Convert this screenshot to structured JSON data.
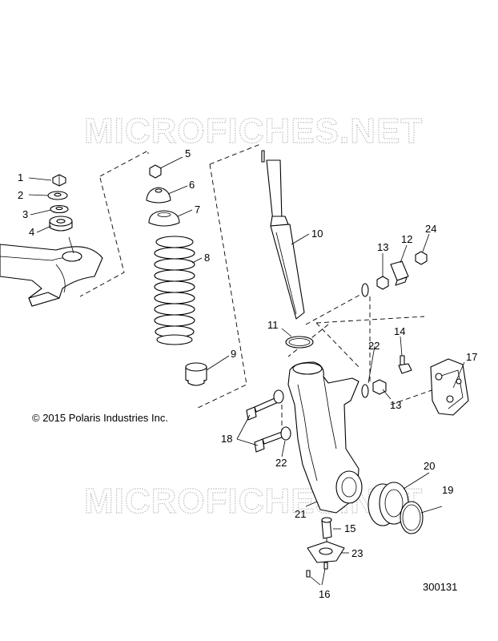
{
  "watermarks": [
    "MICROFICHES.NET",
    "MICROFICHES.NET"
  ],
  "copyright": "© 2015 Polaris Industries Inc.",
  "diagram_number": "300131",
  "callouts": {
    "c1": "1",
    "c2": "2",
    "c3": "3",
    "c4": "4",
    "c5": "5",
    "c6": "6",
    "c7": "7",
    "c8": "8",
    "c9": "9",
    "c10": "10",
    "c11": "11",
    "c12": "12",
    "c13a": "13",
    "c13b": "13",
    "c14": "14",
    "c15": "15",
    "c16": "16",
    "c17": "17",
    "c18": "18",
    "c19": "19",
    "c20": "20",
    "c21": "21",
    "c22a": "22",
    "c22b": "22",
    "c23": "23",
    "c24": "24"
  }
}
